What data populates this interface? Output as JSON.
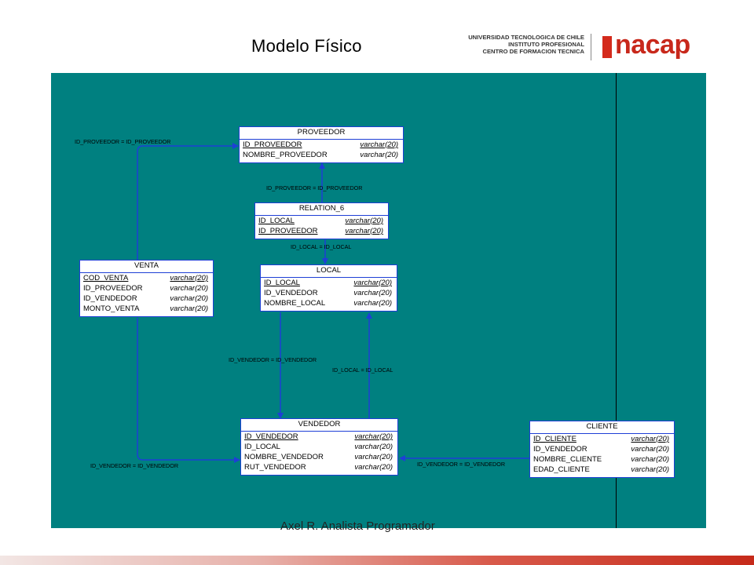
{
  "slide": {
    "title": "Modelo   Físico",
    "footer": "Axel R. Analista Programador"
  },
  "logo": {
    "line1": "UNIVERSIDAD TECNOLOGICA DE CHILE",
    "line2": "INSTITUTO PROFESIONAL",
    "line3": "CENTRO DE FORMACION TECNICA",
    "brand": "nacap",
    "color": "#c8281b"
  },
  "diagram": {
    "background": "#008080",
    "line_color": "#1e3fd6",
    "entities": {
      "proveedor": {
        "name": "PROVEEDOR",
        "attrs": [
          {
            "name": "ID_PROVEEDOR",
            "type": "varchar(20)",
            "pk": true
          },
          {
            "name": "NOMBRE_PROVEEDOR",
            "type": "varchar(20)",
            "pk": false
          }
        ]
      },
      "relation6": {
        "name": "RELATION_6",
        "attrs": [
          {
            "name": "ID_LOCAL",
            "type": "varchar(20)",
            "pk": true
          },
          {
            "name": "ID_PROVEEDOR",
            "type": "varchar(20)",
            "pk": true
          }
        ]
      },
      "local": {
        "name": "LOCAL",
        "attrs": [
          {
            "name": "ID_LOCAL",
            "type": "varchar(20)",
            "pk": true
          },
          {
            "name": "ID_VENDEDOR",
            "type": "varchar(20)",
            "pk": false
          },
          {
            "name": "NOMBRE_LOCAL",
            "type": "varchar(20)",
            "pk": false
          }
        ]
      },
      "venta": {
        "name": "VENTA",
        "attrs": [
          {
            "name": "COD_VENTA",
            "type": "varchar(20)",
            "pk": true
          },
          {
            "name": "ID_PROVEEDOR",
            "type": "varchar(20)",
            "pk": false
          },
          {
            "name": "ID_VENDEDOR",
            "type": "varchar(20)",
            "pk": false
          },
          {
            "name": "MONTO_VENTA",
            "type": "varchar(20)",
            "pk": false
          }
        ]
      },
      "vendedor": {
        "name": "VENDEDOR",
        "attrs": [
          {
            "name": "ID_VENDEDOR",
            "type": "varchar(20)",
            "pk": true
          },
          {
            "name": "ID_LOCAL",
            "type": "varchar(20)",
            "pk": false
          },
          {
            "name": "NOMBRE_VENDEDOR",
            "type": "varchar(20)",
            "pk": false
          },
          {
            "name": "RUT_VENDEDOR",
            "type": "varchar(20)",
            "pk": false
          }
        ]
      },
      "cliente": {
        "name": "CLIENTE",
        "attrs": [
          {
            "name": "ID_CLIENTE",
            "type": "varchar(20)",
            "pk": true
          },
          {
            "name": "ID_VENDEDOR",
            "type": "varchar(20)",
            "pk": false
          },
          {
            "name": "NOMBRE_CLIENTE",
            "type": "varchar(20)",
            "pk": false
          },
          {
            "name": "EDAD_CLIENTE",
            "type": "varchar(20)",
            "pk": false
          }
        ]
      }
    },
    "relations": {
      "venta_proveedor": "ID_PROVEEDOR = ID_PROVEEDOR",
      "relation6_proveedor": "ID_PROVEEDOR = ID_PROVEEDOR",
      "relation6_local": "ID_LOCAL = ID_LOCAL",
      "local_vendedor": "ID_VENDEDOR = ID_VENDEDOR",
      "vendedor_local": "ID_LOCAL = ID_LOCAL",
      "venta_vendedor": "ID_VENDEDOR = ID_VENDEDOR",
      "cliente_vendedor": "ID_VENDEDOR = ID_VENDEDOR"
    }
  }
}
